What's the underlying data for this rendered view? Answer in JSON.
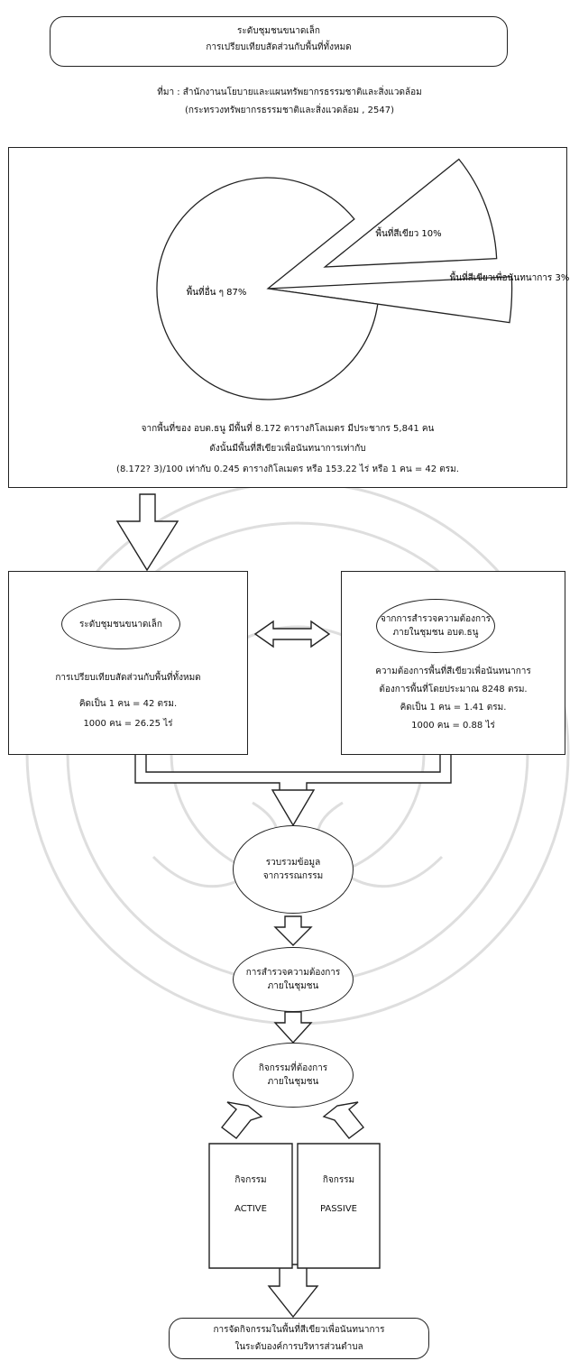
{
  "header": {
    "title_line1": "ระดับชุมชนขนาดเล็ก",
    "title_line2": "การเปรียบเทียบสัดส่วนกับพื้นที่ทั้งหมด"
  },
  "source": {
    "line1": "ที่มา : สำนักงานนโยบายและแผนทรัพยากรธรรมชาติและสิ่งแวดล้อม",
    "line2": "(กระทรวงทรัพยากรธรรมชาติและสิ่งแวดล้อม , 2547)"
  },
  "chart_data": {
    "type": "pie",
    "slices": [
      {
        "label": "พื้นที่อื่น ๆ 87%",
        "value": 87
      },
      {
        "label": "พื้นที่สีเขียว 10%",
        "value": 10
      },
      {
        "label": "พื้นที่สีเขียวเพื่อนันทนาการ 3%",
        "value": 3
      }
    ]
  },
  "summary": {
    "line1": "จากพื้นที่ของ อบต.ธนู มีพื้นที่ 8.172 ตารางกิโลเมตร มีประชากร 5,841 คน",
    "line2": "ดังนั้นมีพื้นที่สีเขียวเพื่อนันทนาการเท่ากับ",
    "line3": "(8.172? 3)/100 เท่ากับ 0.245 ตารางกิโลเมตร หรือ 153.22 ไร่ หรือ  1 คน = 42 ตรม."
  },
  "left_panel": {
    "ellipse": "ระดับชุมชนขนาดเล็ก",
    "line1": "การเปรียบเทียบสัดส่วนกับพื้นที่ทั้งหมด",
    "line2": "คิดเป็น 1 คน = 42 ตรม.",
    "line3": "1000 คน = 26.25 ไร่"
  },
  "right_panel": {
    "ellipse_line1": "จากการสำรวจความต้องการ",
    "ellipse_line2": "ภายในชุมชน อบต.ธนู",
    "line1": "ความต้องการพื้นที่สีเขียวเพื่อนันทนาการ",
    "line2": "ต้องการพื้นที่โดยประมาณ 8248 ตรม.",
    "line3": "คิดเป็น 1 คน = 1.41 ตรม.",
    "line4": "1000 คน = 0.88 ไร่"
  },
  "flow": {
    "step1_line1": "รวบรวมข้อมูล",
    "step1_line2": "จากวรรณกรรม",
    "step2_line1": "การสำรวจความต้องการ",
    "step2_line2": "ภายในชุมชน",
    "step3_line1": "กิจกรรมที่ต้องการ",
    "step3_line2": "ภายในชุมชน",
    "active_label": "กิจกรรม",
    "active_value": "ACTIVE",
    "passive_label": "กิจกรรม",
    "passive_value": "PASSIVE"
  },
  "final": {
    "line1": "การจัดกิจกรรมในพื้นที่สีเขียวเพื่อนันทนาการ",
    "line2": "ในระดับองค์การบริหารส่วนตำบล"
  },
  "colors": {
    "stroke": "#222222",
    "watermark": "#d9d9d9"
  }
}
